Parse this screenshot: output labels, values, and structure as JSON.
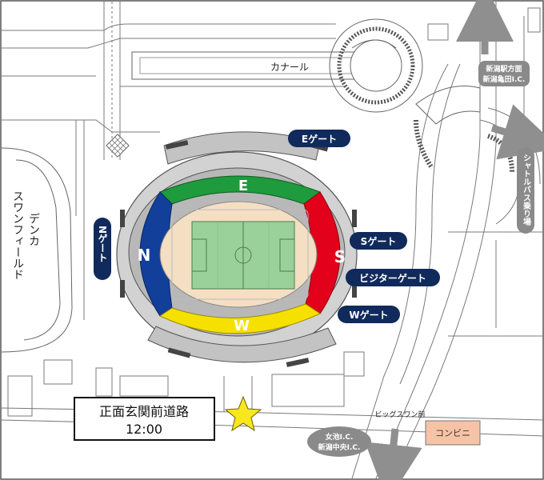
{
  "places": {
    "canal": "カナール",
    "field_name_1": "デンカ",
    "field_name_2": "スワンフィールド",
    "station_1": "新潟駅方面",
    "station_2": "新潟亀田I.C.",
    "shuttle": "シャトルバス乗り場",
    "bigswan_mae": "ビッグスワン前",
    "convenience": "コンビニ",
    "ic_1": "女池I.C.",
    "ic_2": "新潟中央I.C."
  },
  "gates": {
    "e": "Eゲート",
    "n": "Nゲート",
    "s": "Sゲート",
    "bigs": "ビジターゲート",
    "w": "Wゲート"
  },
  "stands": {
    "e": "E",
    "n": "N",
    "s": "S",
    "w": "W"
  },
  "meeting": {
    "title": "正面玄関前道路",
    "time": "12:00"
  },
  "colors": {
    "stand_e": "#1e9b3c",
    "stand_n": "#123f9a",
    "stand_s": "#e2001a",
    "stand_w": "#f5e000",
    "gate_badge": "#102a5c",
    "pitch": "#9ad19a",
    "track": "#f4dfc3",
    "concourse": "#c9c9c9",
    "star": "#f8e71c",
    "convenience": "#f6c3a6",
    "ic_badge": "#8a8a8a",
    "arrow": "#8f8f8f"
  }
}
